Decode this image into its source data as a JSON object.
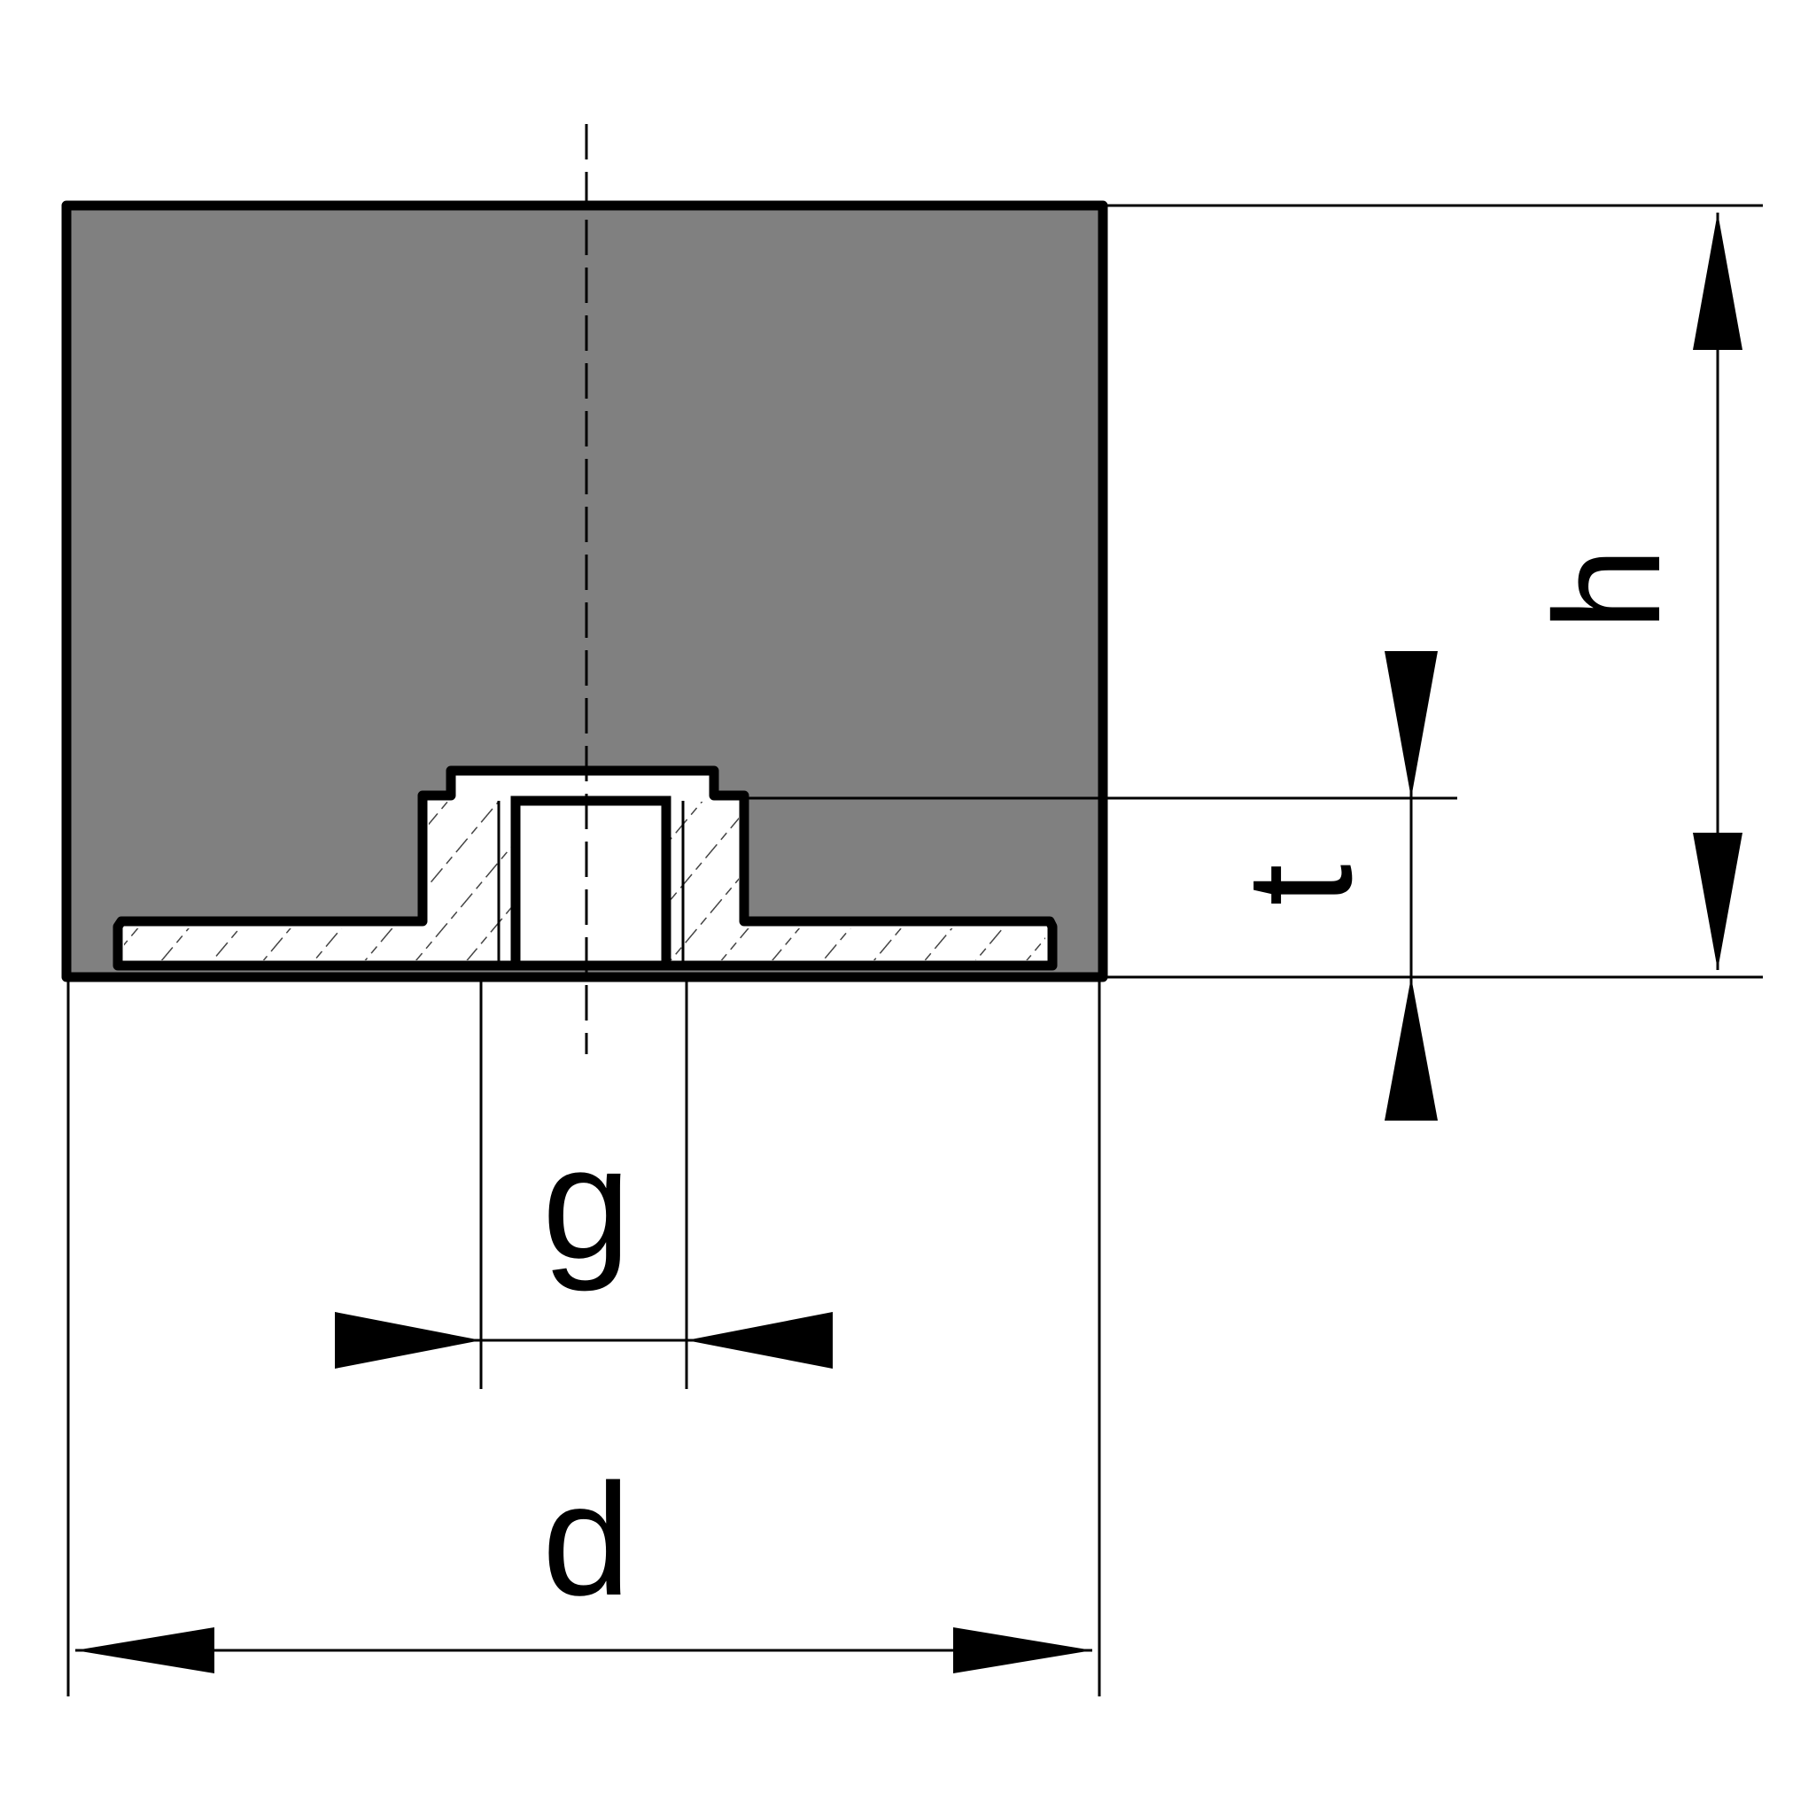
{
  "diagram": {
    "body_color": "#808080",
    "line_color": "#000000",
    "hatch_color": "#444444",
    "labels": {
      "h": "h",
      "t": "t",
      "g": "g",
      "d": "d"
    }
  }
}
